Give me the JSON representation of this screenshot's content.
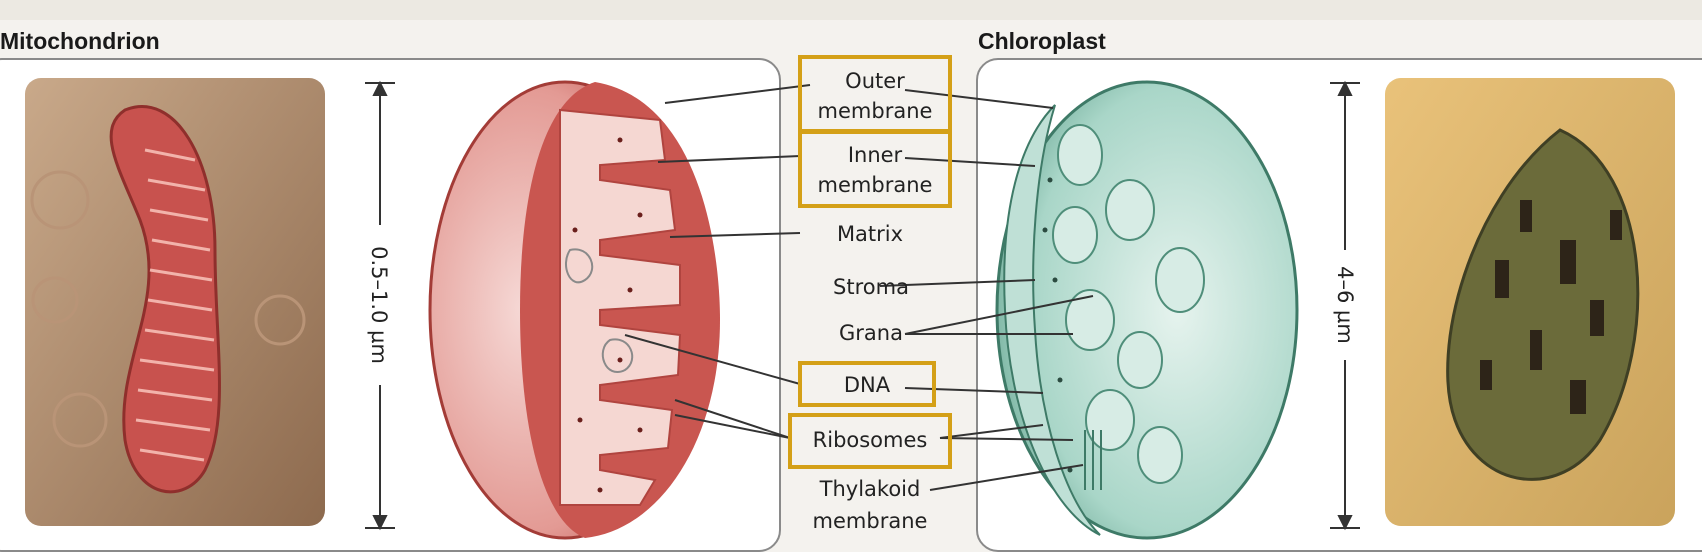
{
  "titles": {
    "left": "Mitochondrion",
    "right": "Chloroplast"
  },
  "scales": {
    "mito": "0.5–1.0 µm",
    "chloro": "4–6 µm"
  },
  "labels": {
    "outer_1": "Outer",
    "outer_2": "membrane",
    "inner_1": "Inner",
    "inner_2": "membrane",
    "matrix": "Matrix",
    "stroma": "Stroma",
    "grana": "Grana",
    "dna": "DNA",
    "ribosomes": "Ribosomes",
    "thylakoid_1": "Thylakoid",
    "thylakoid_2": "membrane"
  },
  "colors": {
    "highlight_box": "#d4a017",
    "mito": "#c94a4a",
    "chloro": "#7fbfae"
  }
}
